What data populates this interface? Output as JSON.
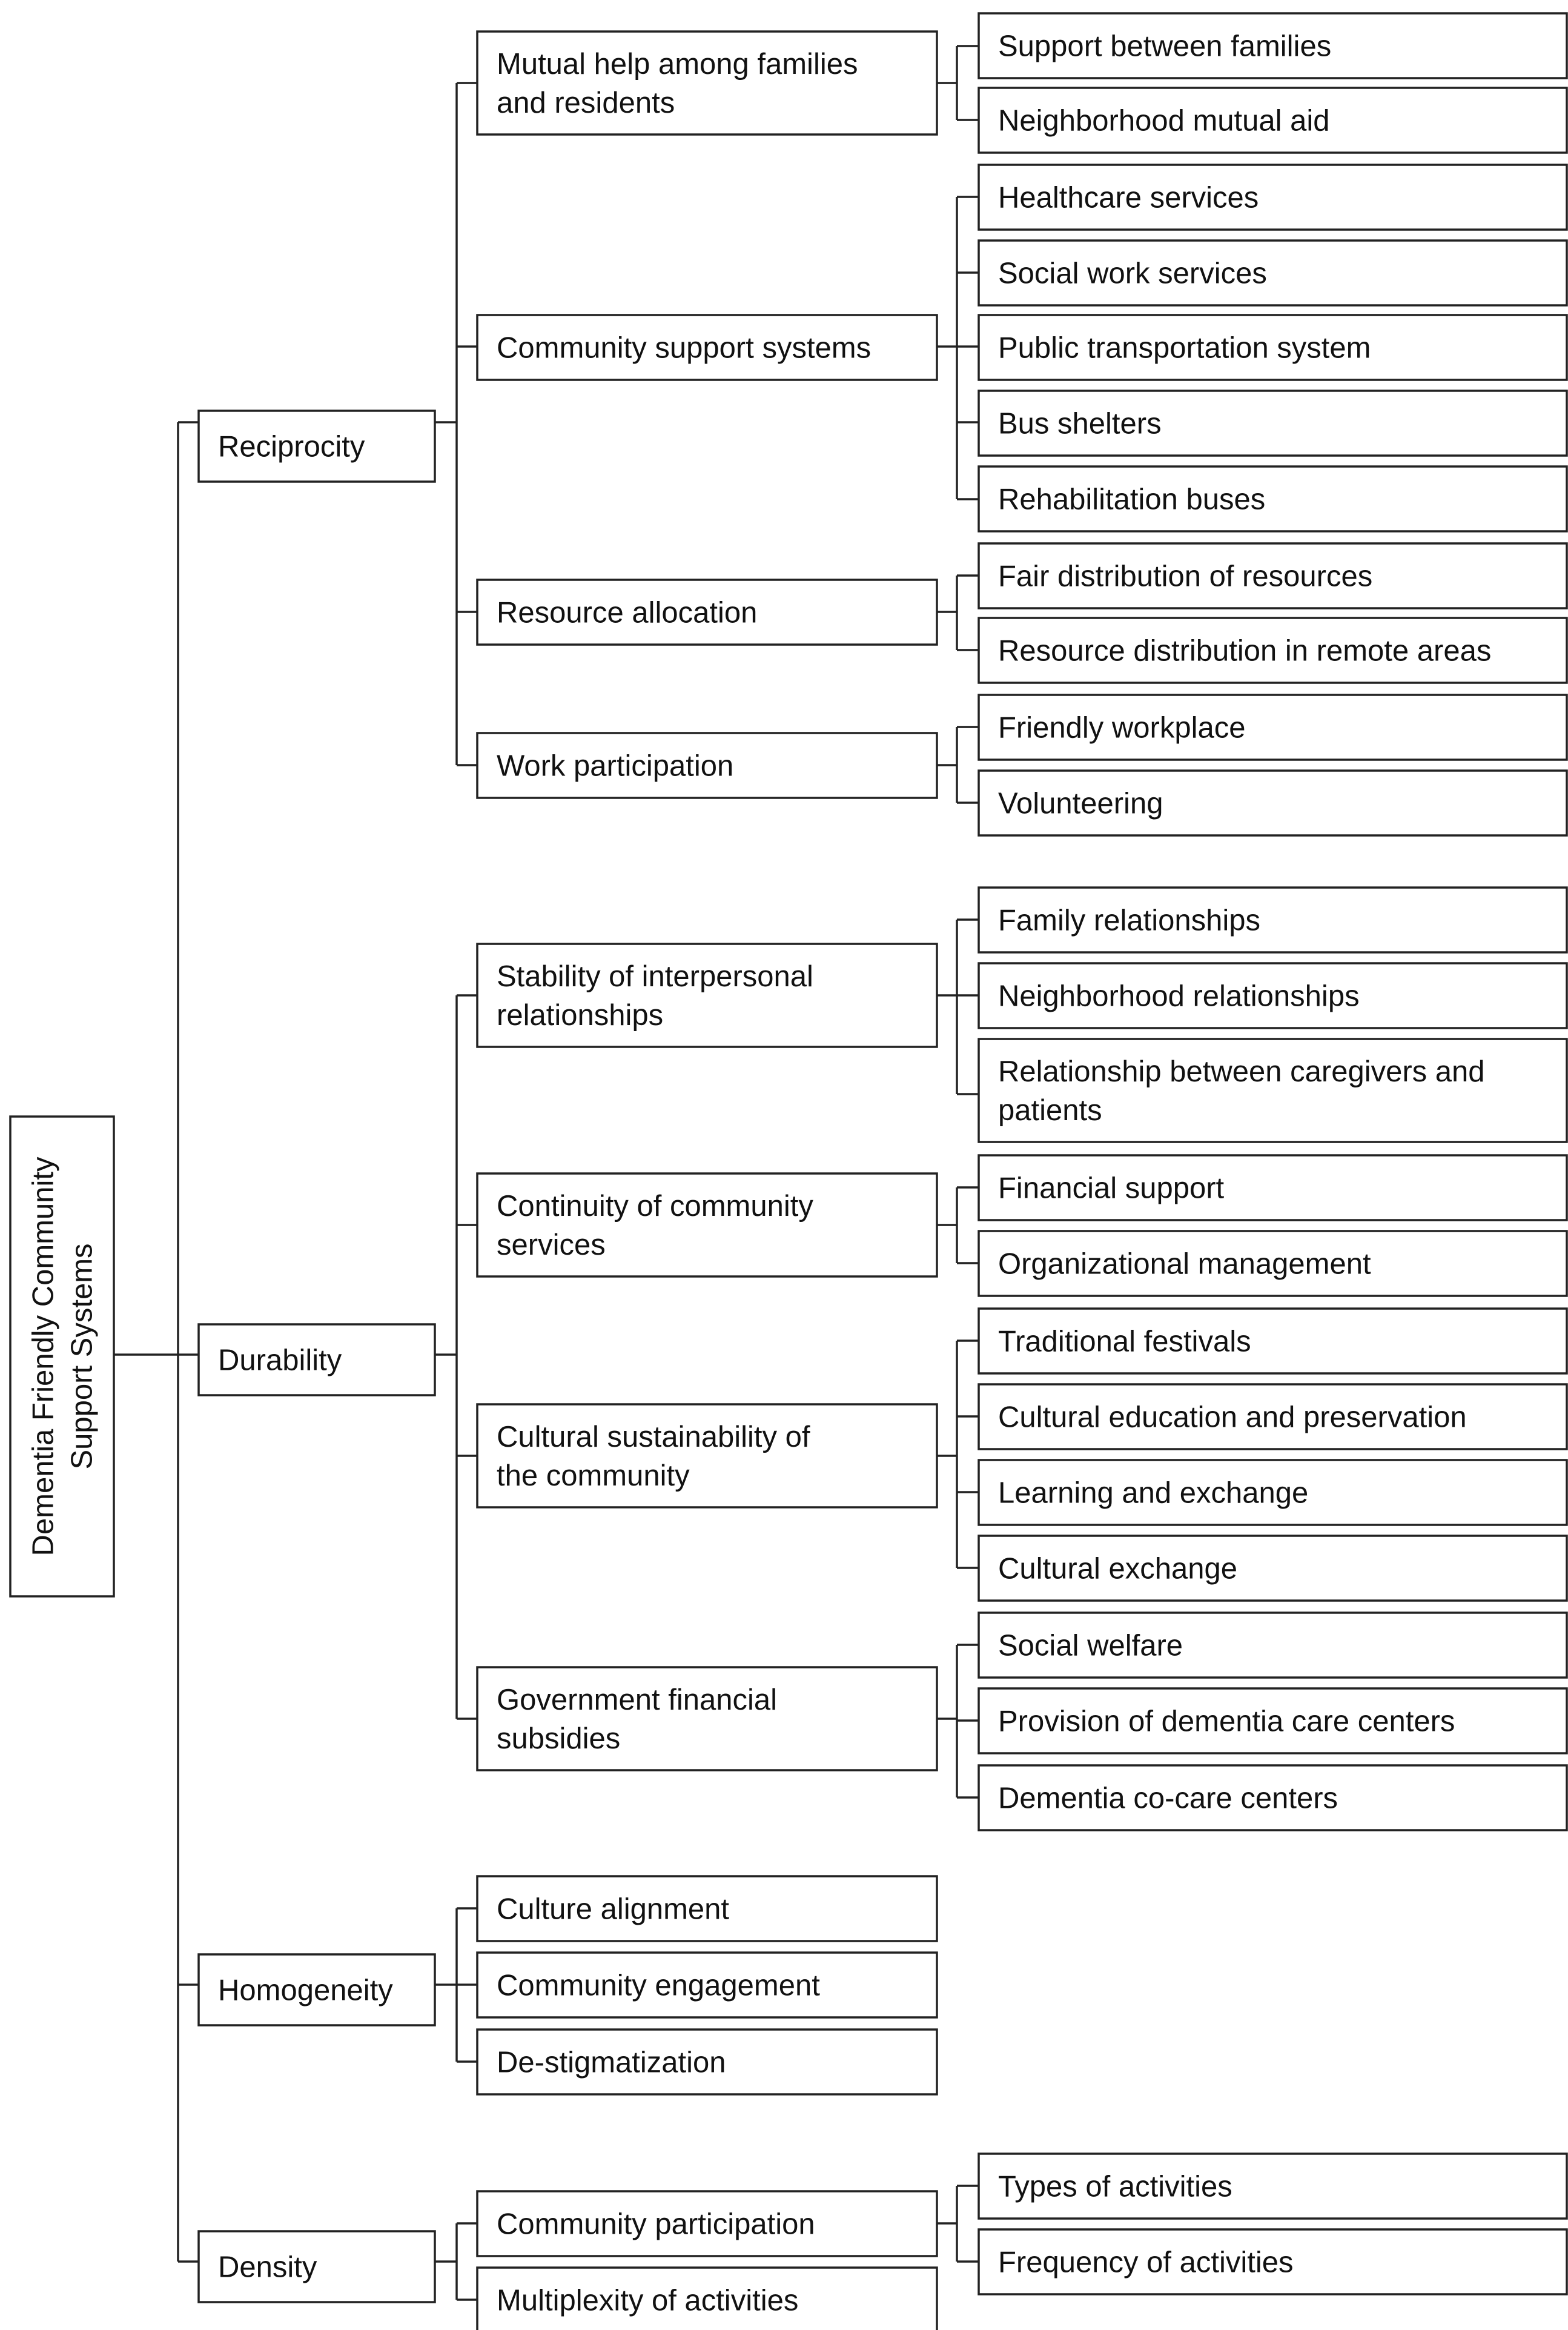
{
  "tree": {
    "label": "Dementia Friendly Community Support Systems",
    "children": [
      {
        "label": "Reciprocity",
        "children": [
          {
            "label": "Mutual help among families and residents",
            "children": [
              {
                "label": "Support between families"
              },
              {
                "label": "Neighborhood mutual aid"
              }
            ]
          },
          {
            "label": "Community support systems",
            "children": [
              {
                "label": "Healthcare services"
              },
              {
                "label": "Social work services"
              },
              {
                "label": "Public transportation system"
              },
              {
                "label": "Bus shelters"
              },
              {
                "label": "Rehabilitation buses"
              }
            ]
          },
          {
            "label": "Resource allocation",
            "children": [
              {
                "label": "Fair distribution of resources"
              },
              {
                "label": "Resource distribution in remote areas"
              }
            ]
          },
          {
            "label": "Work participation",
            "children": [
              {
                "label": "Friendly workplace"
              },
              {
                "label": "Volunteering"
              }
            ]
          }
        ]
      },
      {
        "label": "Durability",
        "children": [
          {
            "label": "Stability of interpersonal relationships",
            "children": [
              {
                "label": "Family relationships"
              },
              {
                "label": "Neighborhood relationships"
              },
              {
                "label": "Relationship between caregivers and patients"
              }
            ]
          },
          {
            "label": "Continuity of community services",
            "children": [
              {
                "label": "Financial support"
              },
              {
                "label": "Organizational management"
              }
            ]
          },
          {
            "label": "Cultural sustainability of the community",
            "children": [
              {
                "label": "Traditional festivals"
              },
              {
                "label": "Cultural education and preservation"
              },
              {
                "label": "Learning and exchange"
              },
              {
                "label": "Cultural exchange"
              }
            ]
          },
          {
            "label": "Government financial subsidies",
            "children": [
              {
                "label": "Social welfare"
              },
              {
                "label": "Provision of dementia care centers"
              },
              {
                "label": "Dementia co-care centers"
              }
            ]
          }
        ]
      },
      {
        "label": "Homogeneity",
        "children": [
          {
            "label": "Culture alignment"
          },
          {
            "label": "Community engagement"
          },
          {
            "label": "De-stigmatization"
          }
        ]
      },
      {
        "label": "Density",
        "children": [
          {
            "label": "Community participation",
            "children": [
              {
                "label": "Types of activities"
              },
              {
                "label": "Frequency of activities"
              }
            ]
          },
          {
            "label": "Multiplexity of activities"
          }
        ]
      }
    ]
  }
}
